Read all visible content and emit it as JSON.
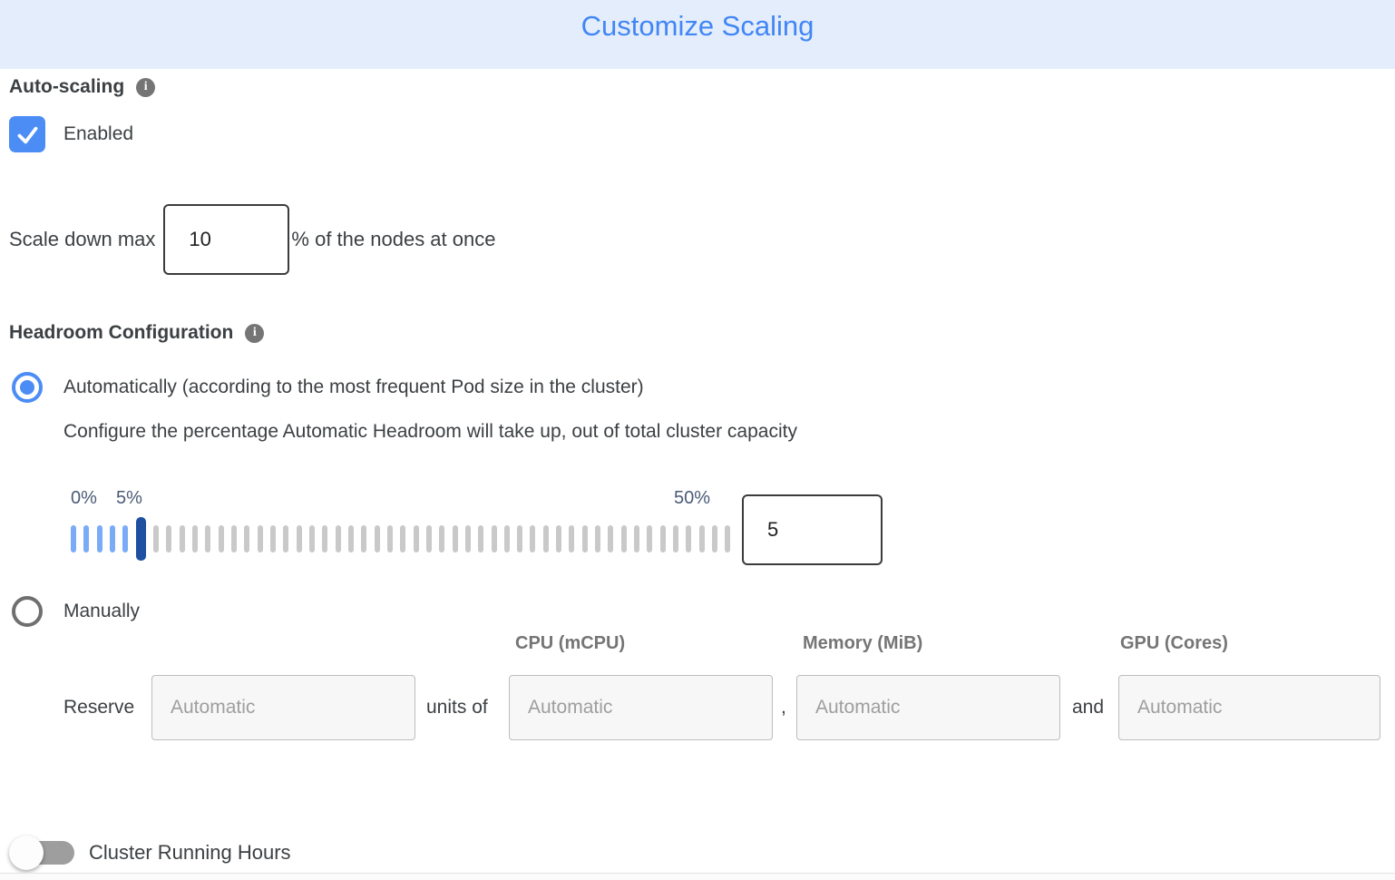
{
  "title": "Customize Scaling",
  "icons": {
    "info_glyph": "i"
  },
  "auto_scaling": {
    "label": "Auto-scaling",
    "enabled_label": "Enabled",
    "checked": true
  },
  "scale_down": {
    "prefix": "Scale down max",
    "value": "10",
    "suffix": "% of the nodes at once"
  },
  "headroom": {
    "label": "Headroom Configuration",
    "auto_option": "Automatically (according to the most frequent Pod size in the cluster)",
    "auto_description": "Configure the percentage Automatic Headroom will take up, out of total cluster capacity",
    "slider": {
      "min_label": "0%",
      "current_label": "5%",
      "max_label": "50%",
      "min": 0,
      "max": 50,
      "value": 5,
      "tick_count": 51
    },
    "value": "5",
    "manual_option": "Manually"
  },
  "reserve": {
    "label": "Reserve",
    "units_of": "units of",
    "comma": ",",
    "and": "and",
    "placeholder": "Automatic",
    "columns": {
      "cpu": "CPU (mCPU)",
      "memory": "Memory (MiB)",
      "gpu": "GPU (Cores)"
    }
  },
  "cluster_running_hours": {
    "label": "Cluster Running Hours",
    "enabled": false
  },
  "colors": {
    "header_bg": "#e4edfb",
    "title_blue": "#4186f5",
    "accent_blue": "#4c8df5",
    "slider_tick_active": "#7aabf7",
    "slider_handle": "#1e4fa1",
    "slider_tick_inactive": "#c9c9c9"
  }
}
